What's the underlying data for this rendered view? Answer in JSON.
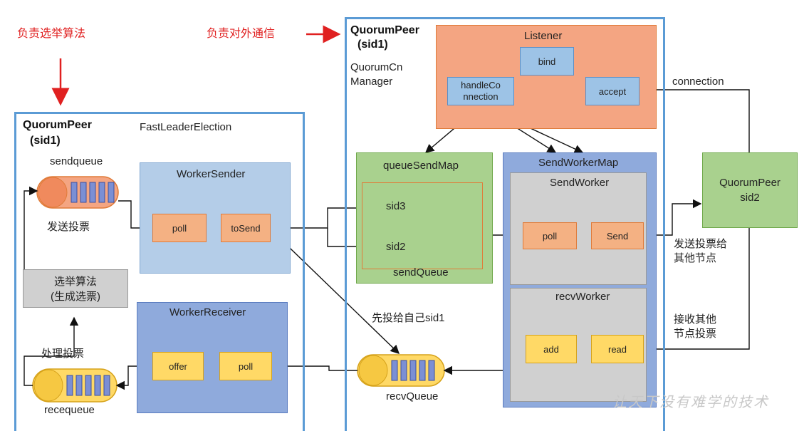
{
  "annotations": {
    "election_note": "负责选举算法",
    "comm_note": "负责对外通信"
  },
  "left_peer": {
    "title_line1": "QuorumPeer",
    "title_line2": "(sid1)",
    "fle_label": "FastLeaderElection",
    "sendqueue_label": "sendqueue",
    "send_vote_label": "发送投票",
    "election_algo_line1": "选举算法",
    "election_algo_line2": "(生成选票)",
    "process_vote_label": "处理投票",
    "recequeue_label": "recequeue",
    "worker_sender": {
      "title": "WorkerSender",
      "poll": "poll",
      "tosend": "toSend"
    },
    "worker_receiver": {
      "title": "WorkerReceiver",
      "offer": "offer",
      "poll": "poll"
    }
  },
  "right_peer": {
    "title_line1": "QuorumPeer",
    "title_line2": "(sid1)",
    "manager_line1": "QuorumCn",
    "manager_line2": "Manager",
    "listener": {
      "title": "Listener",
      "bind": "bind",
      "handle_line1": "handleCo",
      "handle_line2": "nnection",
      "accept": "accept"
    },
    "queue_send_map": {
      "title": "queueSendMap",
      "sid3": "sid3",
      "sid2": "sid2",
      "footer": "sendQueue"
    },
    "send_worker_map": {
      "title": "SendWorkerMap",
      "send_worker": {
        "title": "SendWorker",
        "poll": "poll",
        "send": "Send"
      },
      "recv_worker": {
        "title": "recvWorker",
        "add": "add",
        "read": "read"
      }
    },
    "self_vote_label": "先投给自己sid1",
    "recvqueue_label": "recvQueue"
  },
  "external_peer": {
    "line1": "QuorumPeer",
    "line2": "sid2"
  },
  "edge_labels": {
    "connection": "connection",
    "send_to_others_line1": "发送投票给",
    "send_to_others_line2": "其他节点",
    "recv_from_others_line1": "接收其他",
    "recv_from_others_line2": "节点投票"
  },
  "watermark": "让天下没有难学的技术",
  "colors": {
    "outer_border": "#5b9bd5",
    "annotation_red": "#e02020",
    "listener_bg": "#f4a582",
    "sender_bg": "#b4cde8",
    "receiver_bg": "#8faadc",
    "queue_map_bg": "#a9d18e",
    "worker_map_bg": "#8faadc",
    "inner_worker_bg": "#d0d0d0",
    "external_peer_bg": "#a9d18e"
  }
}
